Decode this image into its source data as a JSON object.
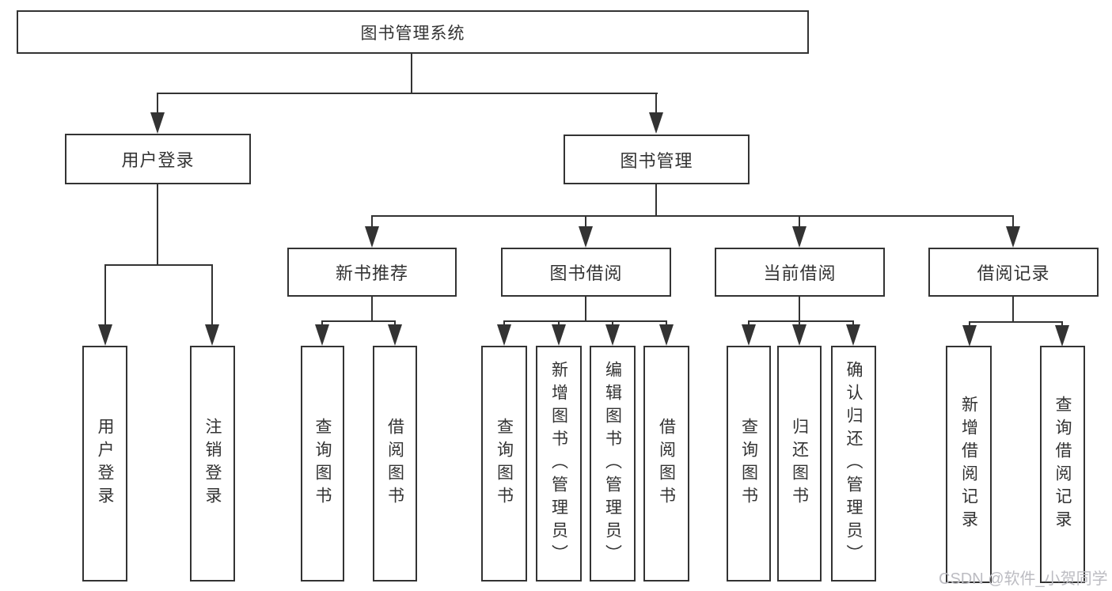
{
  "diagram": {
    "title": "图书管理系统",
    "nodes": {
      "root": "图书管理系统",
      "user_login": "用户登录",
      "book_management": "图书管理",
      "new_book_recommend": "新书推荐",
      "book_borrow": "图书借阅",
      "current_borrow": "当前借阅",
      "borrow_records": "借阅记录",
      "leaf_user_login": "用户登录",
      "leaf_logout": "注销登录",
      "leaf_nb_query_book": "查询图书",
      "leaf_nb_borrow_book": "借阅图书",
      "leaf_bb_query_book": "查询图书",
      "leaf_bb_add_book": "新增图书（管理员）",
      "leaf_bb_edit_book": "编辑图书（管理员）",
      "leaf_bb_borrow_book": "借阅图书",
      "leaf_cb_query_book": "查询图书",
      "leaf_cb_return_book": "归还图书",
      "leaf_cb_confirm_return": "确认归还（管理员）",
      "leaf_br_add_record": "新增借阅记录",
      "leaf_br_query_record": "查询借阅记录"
    },
    "watermark": "CSDN @软件_小贺同学",
    "colors": {
      "line": "#333333",
      "background": "#ffffff",
      "watermark": "#bcbcc2"
    }
  }
}
